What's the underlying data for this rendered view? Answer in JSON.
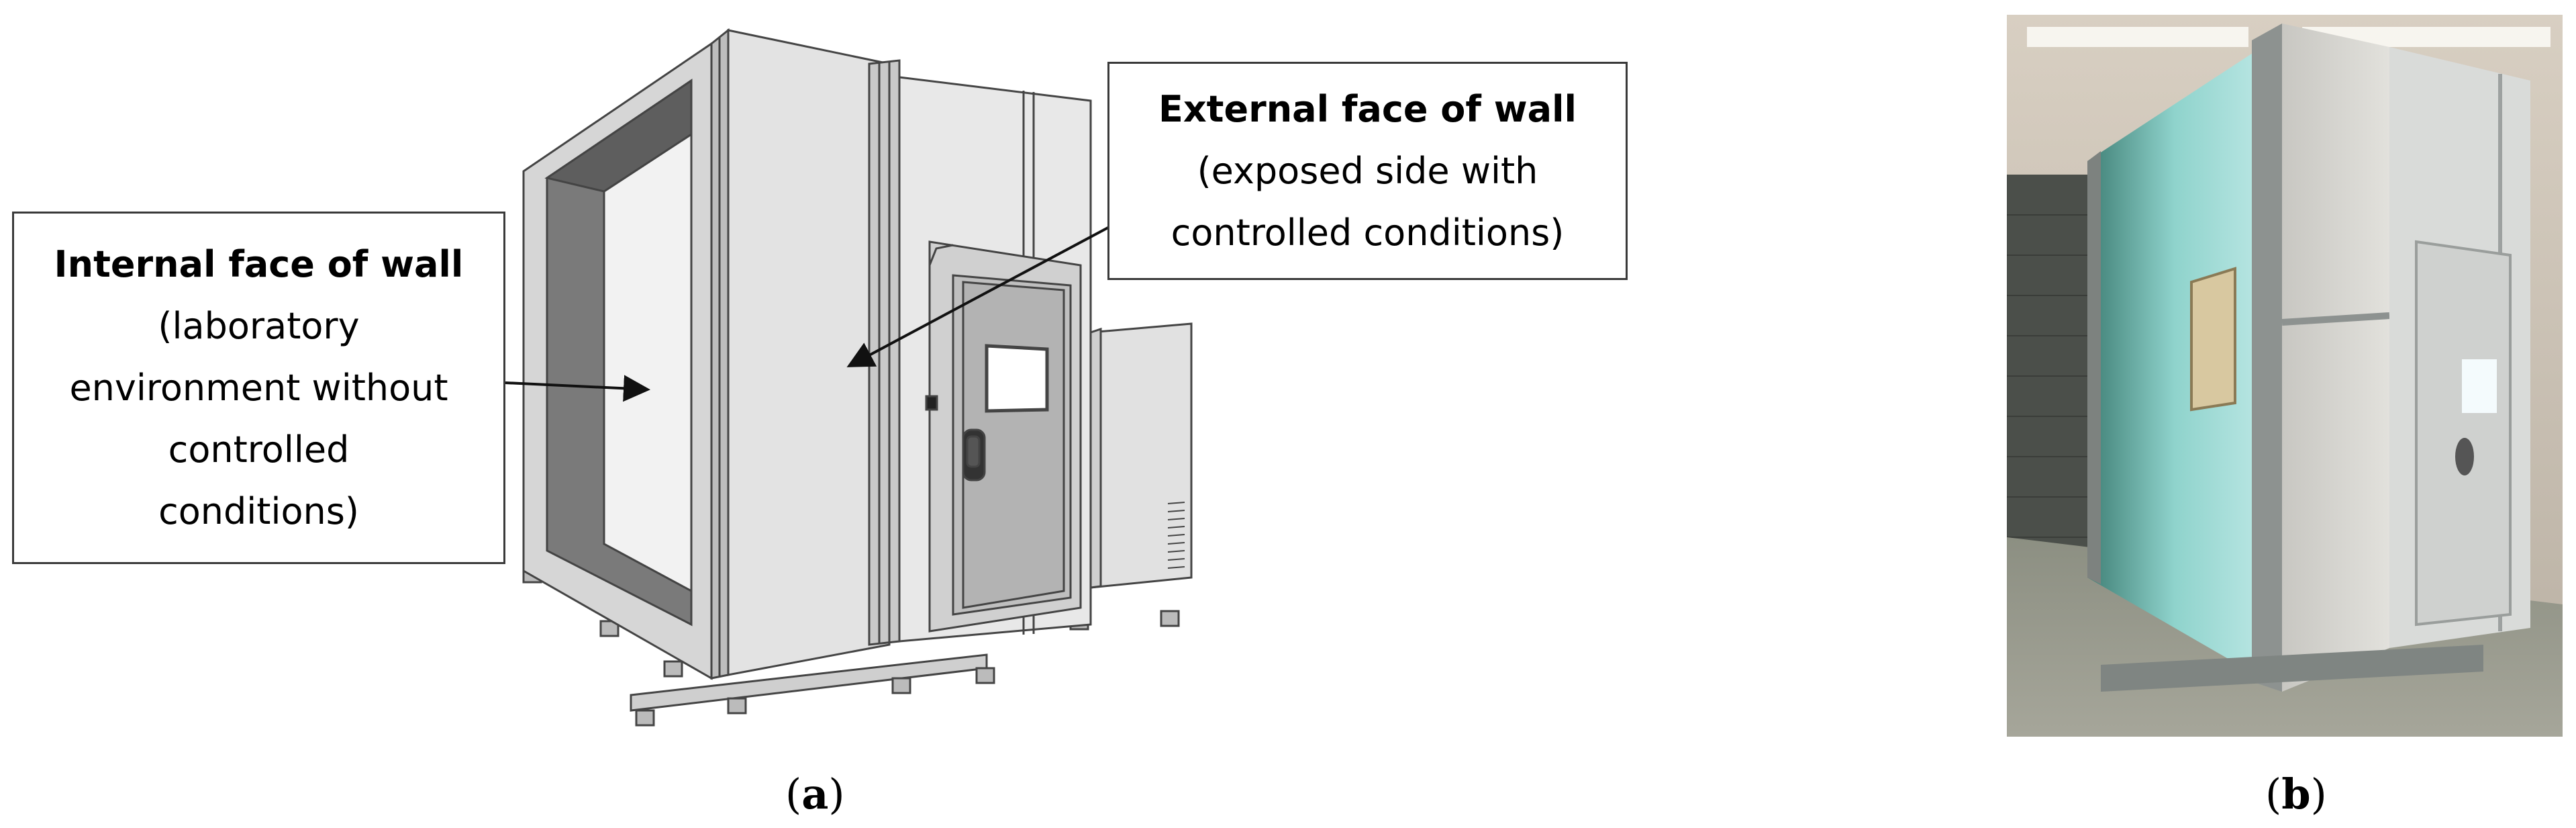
{
  "labels": {
    "internal": {
      "title": "Internal face of wall",
      "lines": [
        "(laboratory",
        "environment without",
        "controlled",
        "conditions)"
      ]
    },
    "external": {
      "title": "External face of wall",
      "lines": [
        "(exposed side with",
        "controlled conditions)"
      ]
    }
  },
  "captions": {
    "a": {
      "open": "(",
      "letter": "a",
      "close": ")"
    },
    "b": {
      "open": "(",
      "letter": "b",
      "close": ")"
    }
  }
}
